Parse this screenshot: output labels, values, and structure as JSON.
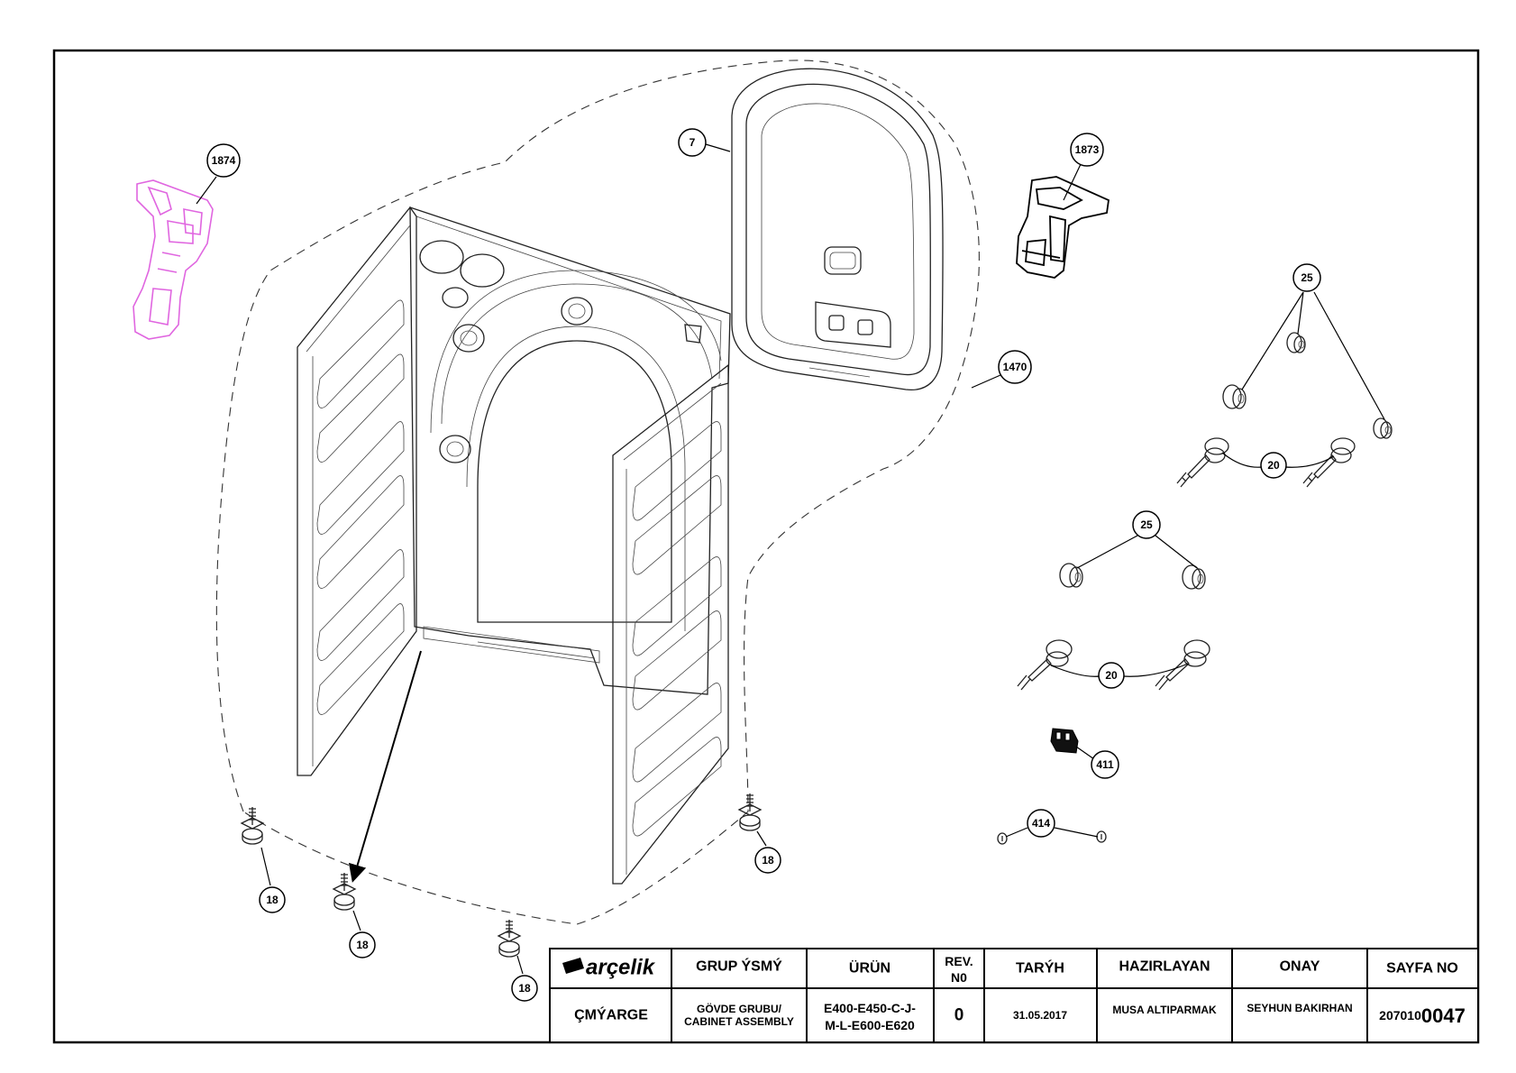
{
  "callouts": {
    "c1874": "1874",
    "c7": "7",
    "c1873": "1873",
    "c1470": "1470",
    "c25a": "25",
    "c20a": "20",
    "c25b": "25",
    "c20b": "20",
    "c411": "411",
    "c414": "414",
    "c18a": "18",
    "c18b": "18",
    "c18c": "18",
    "c18d": "18"
  },
  "title_block": {
    "brand": "arçelik",
    "headers": {
      "group_name": "GRUP ÝSMÝ",
      "product": "ÜRÜN",
      "rev_no_line1": "REV.",
      "rev_no_line2": "N0",
      "date": "TARÝH",
      "prepared_by": "HAZIRLAYAN",
      "approval": "ONAY",
      "page_no": "SAYFA NO"
    },
    "values": {
      "category": "ÇMÝARGE",
      "group_name_line1": "GÖVDE GRUBU/",
      "group_name_line2": "CABINET ASSEMBLY",
      "product_line1": "E400-E450-C-J-",
      "product_line2": "M-L-E600-E620",
      "rev_no": "0",
      "date": "31.05.2017",
      "prepared_by": "MUSA ALTIPARMAK",
      "approval": "SEYHUN BAKIRHAN",
      "page_no_prefix": "207010",
      "page_no_suffix": "0047"
    }
  },
  "colors": {
    "highlight_part": "#e066e0",
    "line": "#222222"
  }
}
